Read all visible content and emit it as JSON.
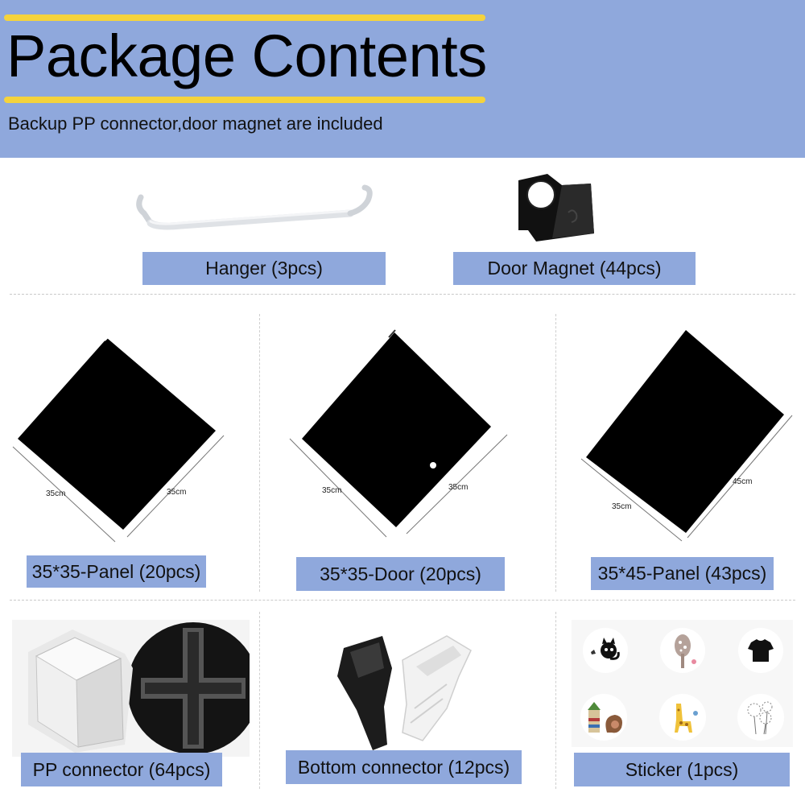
{
  "header": {
    "title": "Package Contents",
    "subtitle": "Backup PP connector,door magnet are included"
  },
  "colors": {
    "header_bg": "#8fa8dc",
    "accent_bar": "#f5d33c",
    "label_bg": "#8fa8dc",
    "panel": "#000000"
  },
  "items": {
    "hanger": {
      "label": "Hanger (3pcs)"
    },
    "door_magnet": {
      "label": "Door Magnet (44pcs)"
    },
    "panel_35_35": {
      "label": "35*35-Panel (20pcs)",
      "dim_a": "35cm",
      "dim_b": "35cm"
    },
    "door_35_35": {
      "label": "35*35-Door (20pcs)",
      "dim_a": "35cm",
      "dim_b": "35cm"
    },
    "panel_35_45": {
      "label": "35*45-Panel (43pcs)",
      "dim_a": "35cm",
      "dim_b": "45cm"
    },
    "pp_connector": {
      "label": "PP connector (64pcs)"
    },
    "bottom_connector": {
      "label": "Bottom connector (12pcs)"
    },
    "sticker": {
      "label": "Sticker (1pcs)",
      "icons": [
        "cat-icon",
        "tree-icon",
        "tshirt-icon",
        "house-icon",
        "giraffe-icon",
        "dandelion-icon"
      ]
    }
  }
}
